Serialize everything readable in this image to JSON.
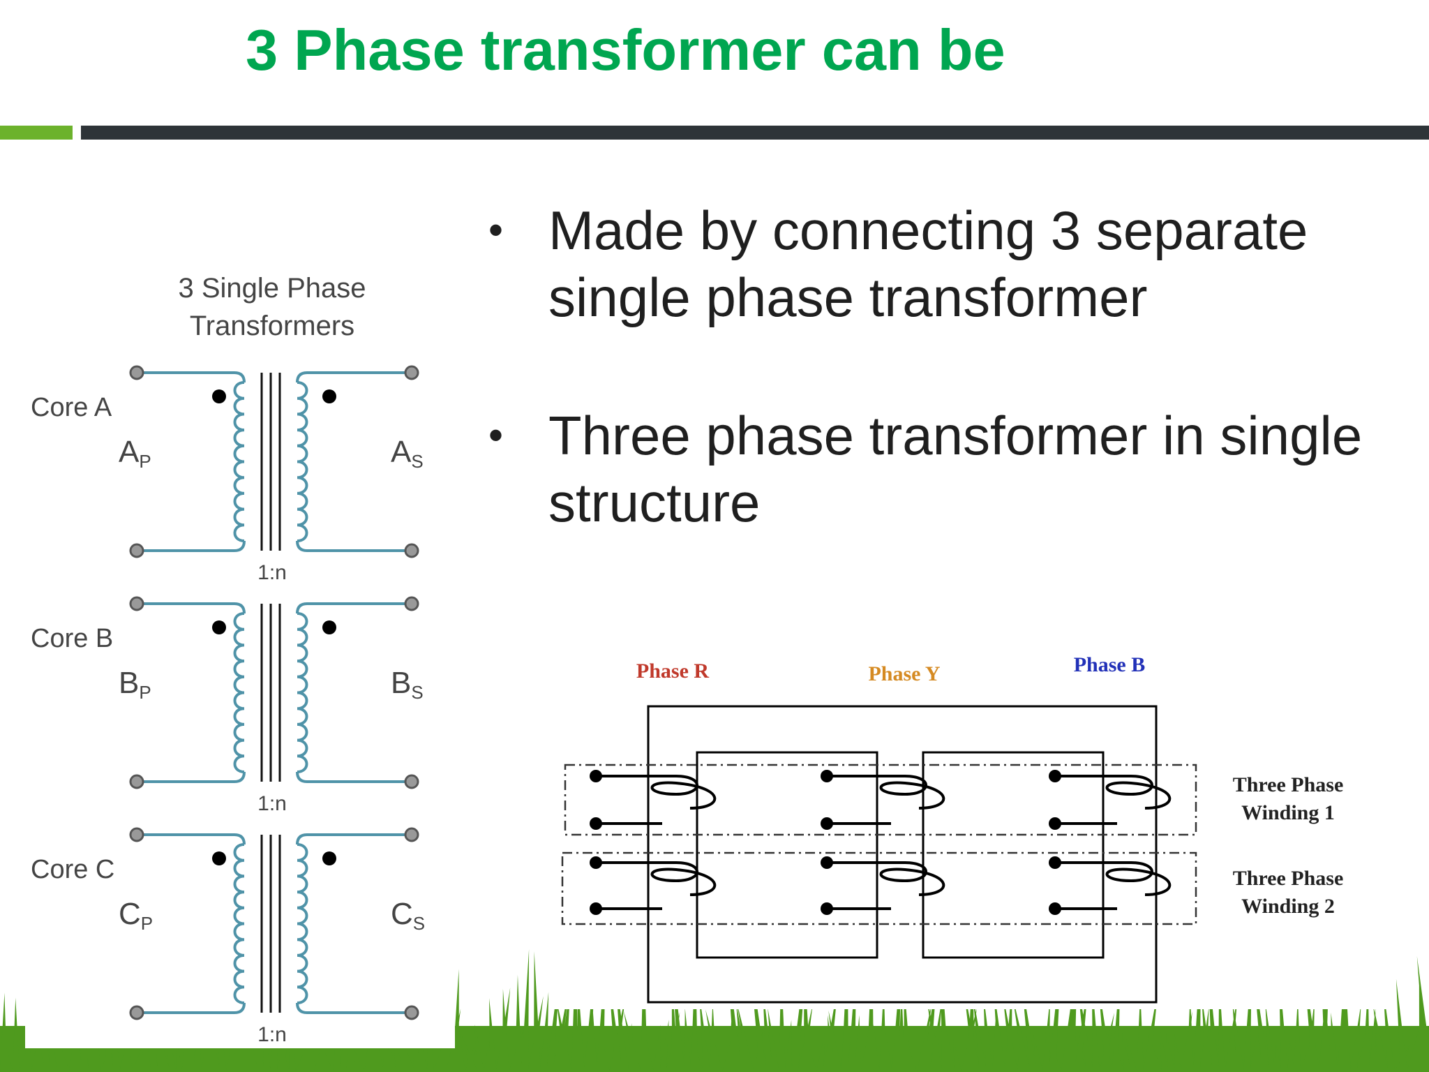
{
  "slide": {
    "title": "3 Phase transformer can be",
    "bullets": [
      "Made by connecting 3 separate single phase transformer",
      "Three phase transformer in single structure"
    ]
  },
  "left_diagram": {
    "heading": [
      "3 Single Phase",
      "Transformers"
    ],
    "units": [
      {
        "core_label": "Core A",
        "primary": "A",
        "secondary": "A",
        "ratio": "1:n"
      },
      {
        "core_label": "Core B",
        "primary": "B",
        "secondary": "B",
        "ratio": "1:n"
      },
      {
        "core_label": "Core C",
        "primary": "C",
        "secondary": "C",
        "ratio": "1:n"
      }
    ],
    "primary_sub": "P",
    "secondary_sub": "S",
    "wire_color": "#4f93a8"
  },
  "right_diagram": {
    "phases": [
      {
        "label": "Phase R",
        "color": "#c0392b"
      },
      {
        "label": "Phase Y",
        "color": "#d58a22"
      },
      {
        "label": "Phase B",
        "color": "#2231b8"
      }
    ],
    "windings": [
      [
        "Three Phase",
        "Winding 1"
      ],
      [
        "Three Phase",
        "Winding 2"
      ]
    ]
  },
  "colors": {
    "title": "#00a650",
    "accent_green": "#6cb22c",
    "header_dark": "#2e3438",
    "grass": "#4f9a1e"
  }
}
